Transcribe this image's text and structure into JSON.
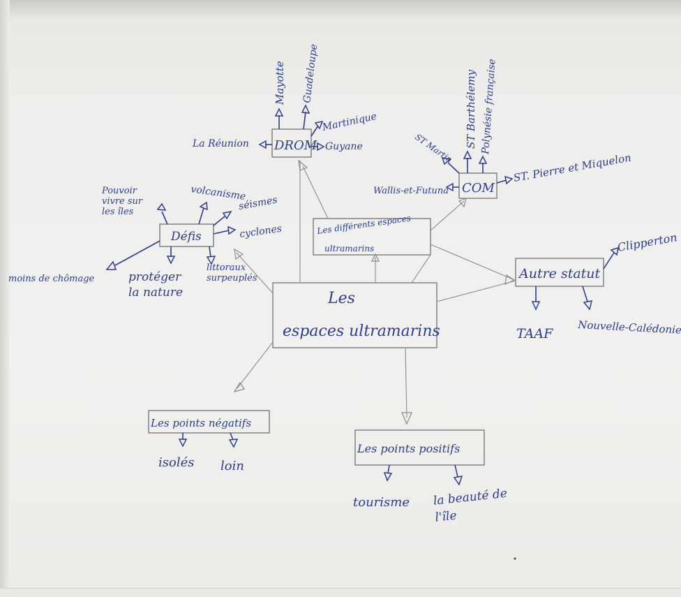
{
  "center": {
    "line1": "Les",
    "line2": "espaces ultramarins"
  },
  "drom": {
    "title": "DROM",
    "items": {
      "mayotte": "Mayotte",
      "guadeloupe": "Guadeloupe",
      "martinique": "Martinique",
      "guyane": "Guyane",
      "reunion": "La Réunion"
    }
  },
  "com": {
    "title": "COM",
    "items": {
      "st_martin": "ST Martin",
      "st_barthelemy": "ST Barthélemy",
      "polynesie": "Polynésie française",
      "st_pierre": "ST. Pierre et Miquelon",
      "wallis": "Wallis-et-Futuna"
    }
  },
  "espaces": {
    "line1": "Les différents espaces",
    "line2": "ultramarins"
  },
  "defis": {
    "title": "Défis",
    "items": {
      "pouvoir": "Pouvoir vivre sur les îles",
      "volcanisme": "volcanisme",
      "seismes": "séismes",
      "cyclones": "cyclones",
      "chomage": "moins de chômage",
      "proteger": "protéger la nature",
      "littoraux": "littoraux surpeuplés"
    }
  },
  "autre": {
    "title": "Autre statut",
    "items": {
      "clipperton": "Clipperton",
      "taaf": "TAAF",
      "nc": "Nouvelle-Calédonie"
    }
  },
  "negatifs": {
    "title": "Les points négatifs",
    "items": {
      "isoles": "isolés",
      "loin": "loin"
    }
  },
  "positifs": {
    "title": "Les points positifs",
    "items": {
      "tourisme": "tourisme",
      "beaute": "la beauté de l'île"
    }
  },
  "colors": {
    "ink": "#2d3c8f",
    "pencil": "#8a8a8a",
    "paper": "#f1f1ef"
  }
}
